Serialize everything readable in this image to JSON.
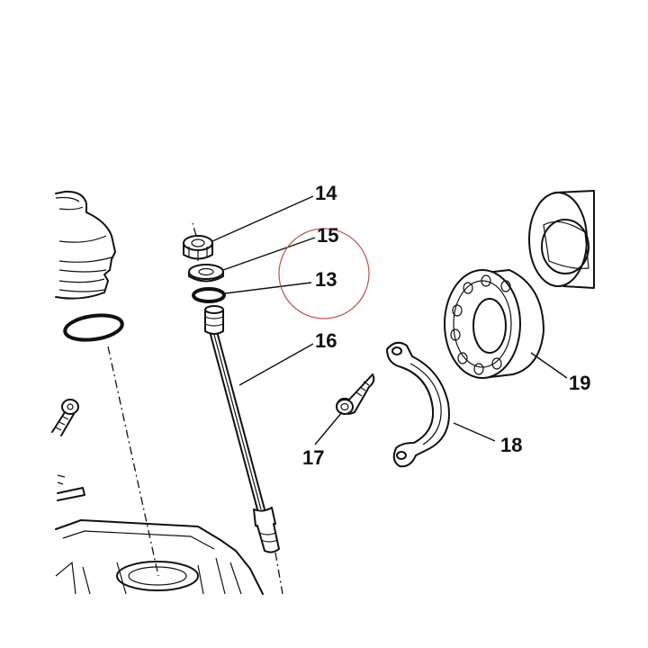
{
  "callouts": [
    {
      "key": "p14",
      "label": "14"
    },
    {
      "key": "p15",
      "label": "15"
    },
    {
      "key": "p13",
      "label": "13"
    },
    {
      "key": "p16",
      "label": "16"
    },
    {
      "key": "p17",
      "label": "17"
    },
    {
      "key": "p18",
      "label": "18"
    },
    {
      "key": "p19",
      "label": "19"
    }
  ],
  "highlight": {
    "color": "#c0504d",
    "target": "13"
  },
  "line_color": "#111111"
}
